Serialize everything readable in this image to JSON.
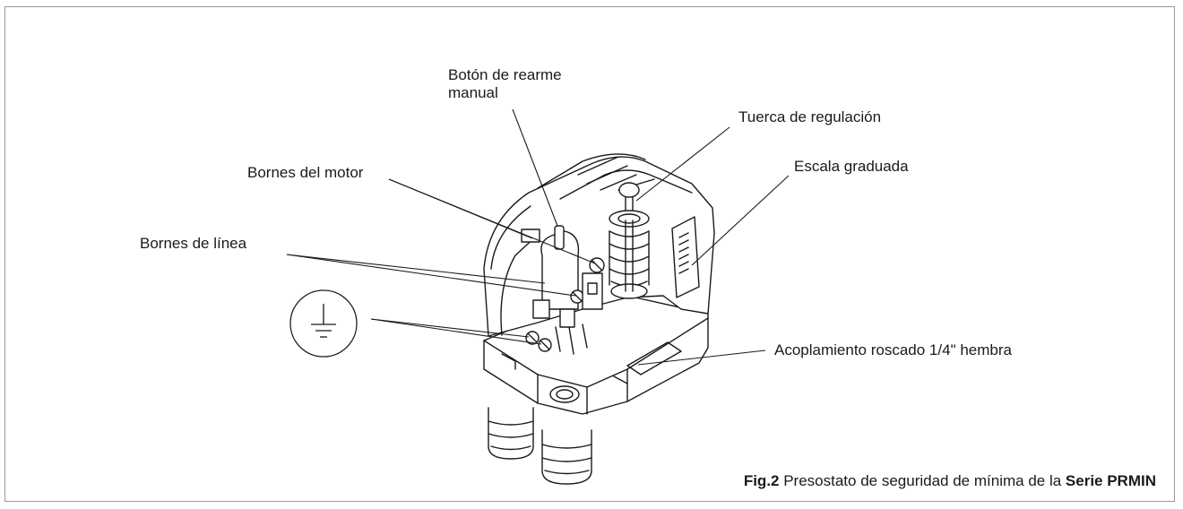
{
  "figure": {
    "labels": {
      "reset_button_line1": "Botón de rearme",
      "reset_button_line2": "manual",
      "adjust_nut": "Tuerca de regulación",
      "motor_terminals": "Bornes del motor",
      "graduated_scale": "Escala graduada",
      "line_terminals": "Bornes de línea",
      "threaded_coupling": "Acoplamiento roscado 1/4\" hembra"
    },
    "ground_symbol": "earth-ground-icon",
    "caption": {
      "prefix": "Fig.2",
      "text": " Presostato de seguridad de mínima de la ",
      "series": "Serie PRMIN"
    }
  },
  "colors": {
    "line": "#1a1a1a",
    "frame": "#9a9a9a",
    "device_fill": "#ffffff"
  }
}
